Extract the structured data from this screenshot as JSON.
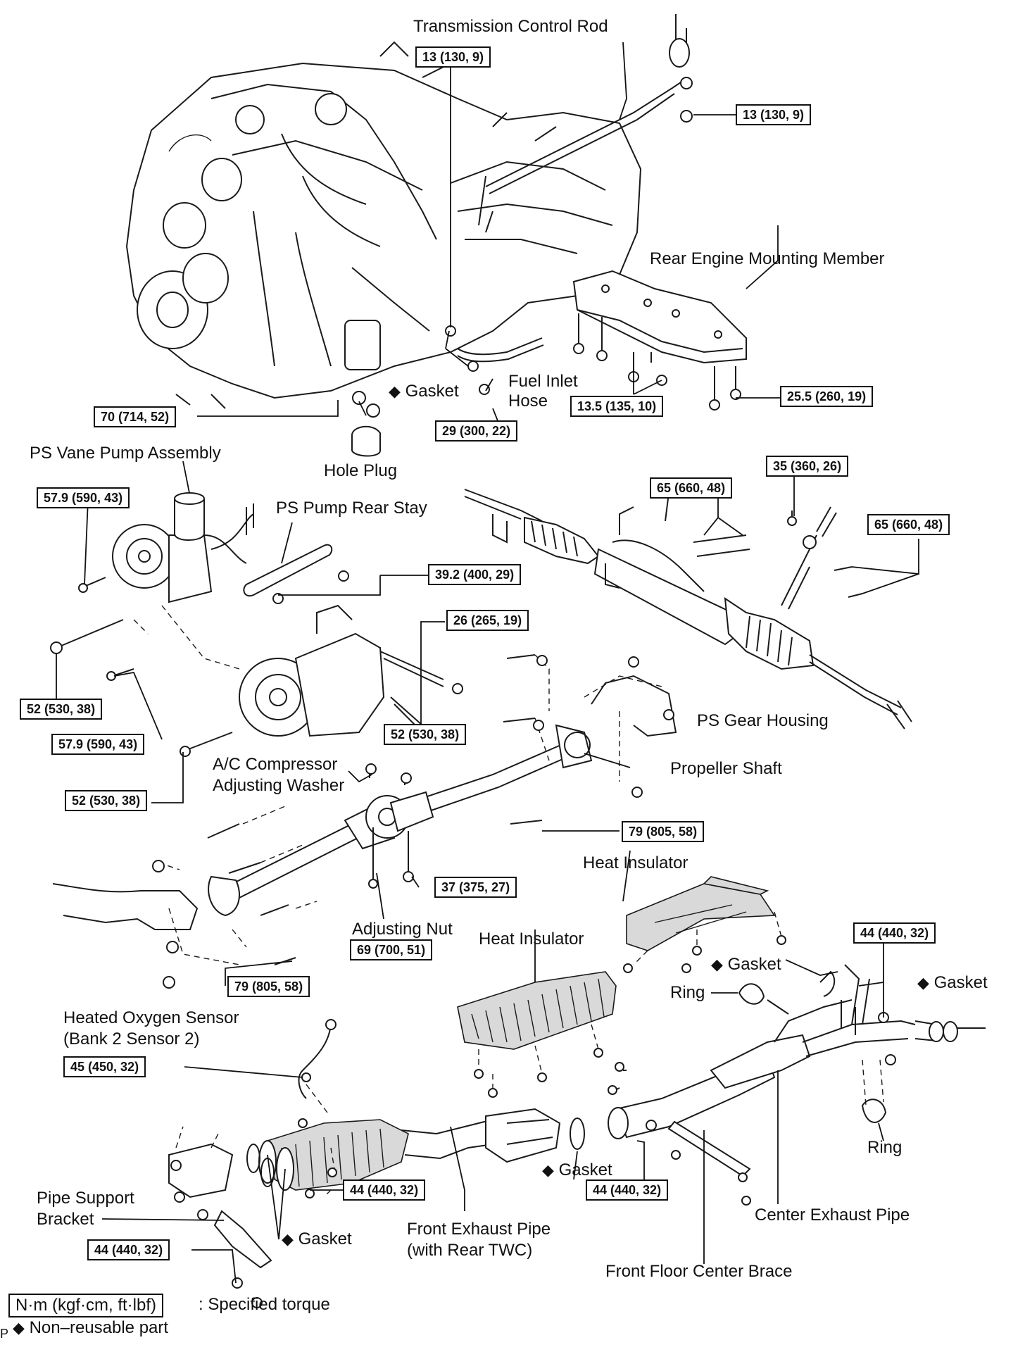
{
  "labels": {
    "transmission_control_rod": "Transmission Control Rod",
    "rear_engine_mounting_member": "Rear Engine Mounting Member",
    "gasket": "Gasket",
    "fuel_inlet_hose_1": "Fuel Inlet",
    "fuel_inlet_hose_2": "Hose",
    "hole_plug": "Hole Plug",
    "ps_vane_pump_assembly": "PS Vane Pump Assembly",
    "ps_pump_rear_stay": "PS Pump Rear Stay",
    "ps_gear_housing": "PS Gear Housing",
    "ac_compressor": "A/C Compressor",
    "adjusting_washer": "Adjusting Washer",
    "propeller_shaft": "Propeller Shaft",
    "heat_insulator": "Heat Insulator",
    "adjusting_nut": "Adjusting Nut",
    "ring": "Ring",
    "heated_oxygen_sensor_1": "Heated Oxygen Sensor",
    "heated_oxygen_sensor_2": "(Bank 2 Sensor 2)",
    "pipe_support_bracket_1": "Pipe Support",
    "pipe_support_bracket_2": "Bracket",
    "front_exhaust_pipe_1": "Front Exhaust Pipe",
    "front_exhaust_pipe_2": "(with Rear TWC)",
    "center_exhaust_pipe": "Center Exhaust Pipe",
    "front_floor_center_brace": "Front Floor Center Brace",
    "diamond": "◆"
  },
  "torques": {
    "t_13": "13 (130, 9)",
    "t_70": "70 (714, 52)",
    "t_29": "29 (300, 22)",
    "t_13_5": "13.5 (135, 10)",
    "t_25_5": "25.5 (260, 19)",
    "t_35": "35 (360, 26)",
    "t_65": "65 (660, 48)",
    "t_57_9": "57.9 (590, 43)",
    "t_39_2": "39.2 (400, 29)",
    "t_26": "26 (265, 19)",
    "t_52": "52 (530, 38)",
    "t_79": "79 (805, 58)",
    "t_37": "37 (375, 27)",
    "t_69": "69 (700, 51)",
    "t_44": "44 (440, 32)",
    "t_45": "45 (450, 32)"
  },
  "legend": {
    "unit_box": "N·m (kgf·cm, ft·lbf)",
    "specified_torque": ": Specified torque",
    "non_reusable": "Non–reusable part",
    "corner_letter": "P"
  }
}
